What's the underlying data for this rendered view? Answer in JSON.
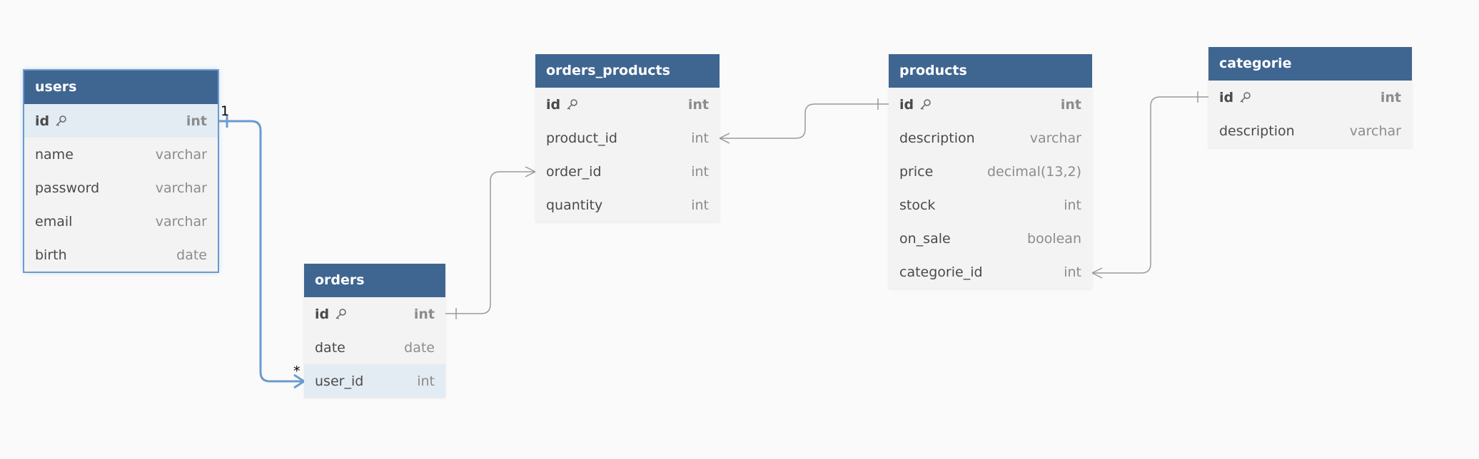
{
  "tables": {
    "users": {
      "name": "users",
      "rows": [
        {
          "field": "id",
          "type": "int"
        },
        {
          "field": "name",
          "type": "varchar"
        },
        {
          "field": "password",
          "type": "varchar"
        },
        {
          "field": "email",
          "type": "varchar"
        },
        {
          "field": "birth",
          "type": "date"
        }
      ]
    },
    "orders": {
      "name": "orders",
      "rows": [
        {
          "field": "id",
          "type": "int"
        },
        {
          "field": "date",
          "type": "date"
        },
        {
          "field": "user_id",
          "type": "int"
        }
      ]
    },
    "orders_products": {
      "name": "orders_products",
      "rows": [
        {
          "field": "id",
          "type": "int"
        },
        {
          "field": "product_id",
          "type": "int"
        },
        {
          "field": "order_id",
          "type": "int"
        },
        {
          "field": "quantity",
          "type": "int"
        }
      ]
    },
    "products": {
      "name": "products",
      "rows": [
        {
          "field": "id",
          "type": "int"
        },
        {
          "field": "description",
          "type": "varchar"
        },
        {
          "field": "price",
          "type": "decimal(13,2)"
        },
        {
          "field": "stock",
          "type": "int"
        },
        {
          "field": "on_sale",
          "type": "boolean"
        },
        {
          "field": "categorie_id",
          "type": "int"
        }
      ]
    },
    "categorie": {
      "name": "categorie",
      "rows": [
        {
          "field": "id",
          "type": "int"
        },
        {
          "field": "description",
          "type": "varchar"
        }
      ]
    }
  },
  "relation_labels": {
    "users_orders_one": "1",
    "users_orders_many": "*"
  },
  "colors": {
    "header": "#3f6591",
    "selected_edge": "#6a9bd1",
    "edge": "#9a9a9a",
    "highlight_row": "#e3ebf3"
  }
}
